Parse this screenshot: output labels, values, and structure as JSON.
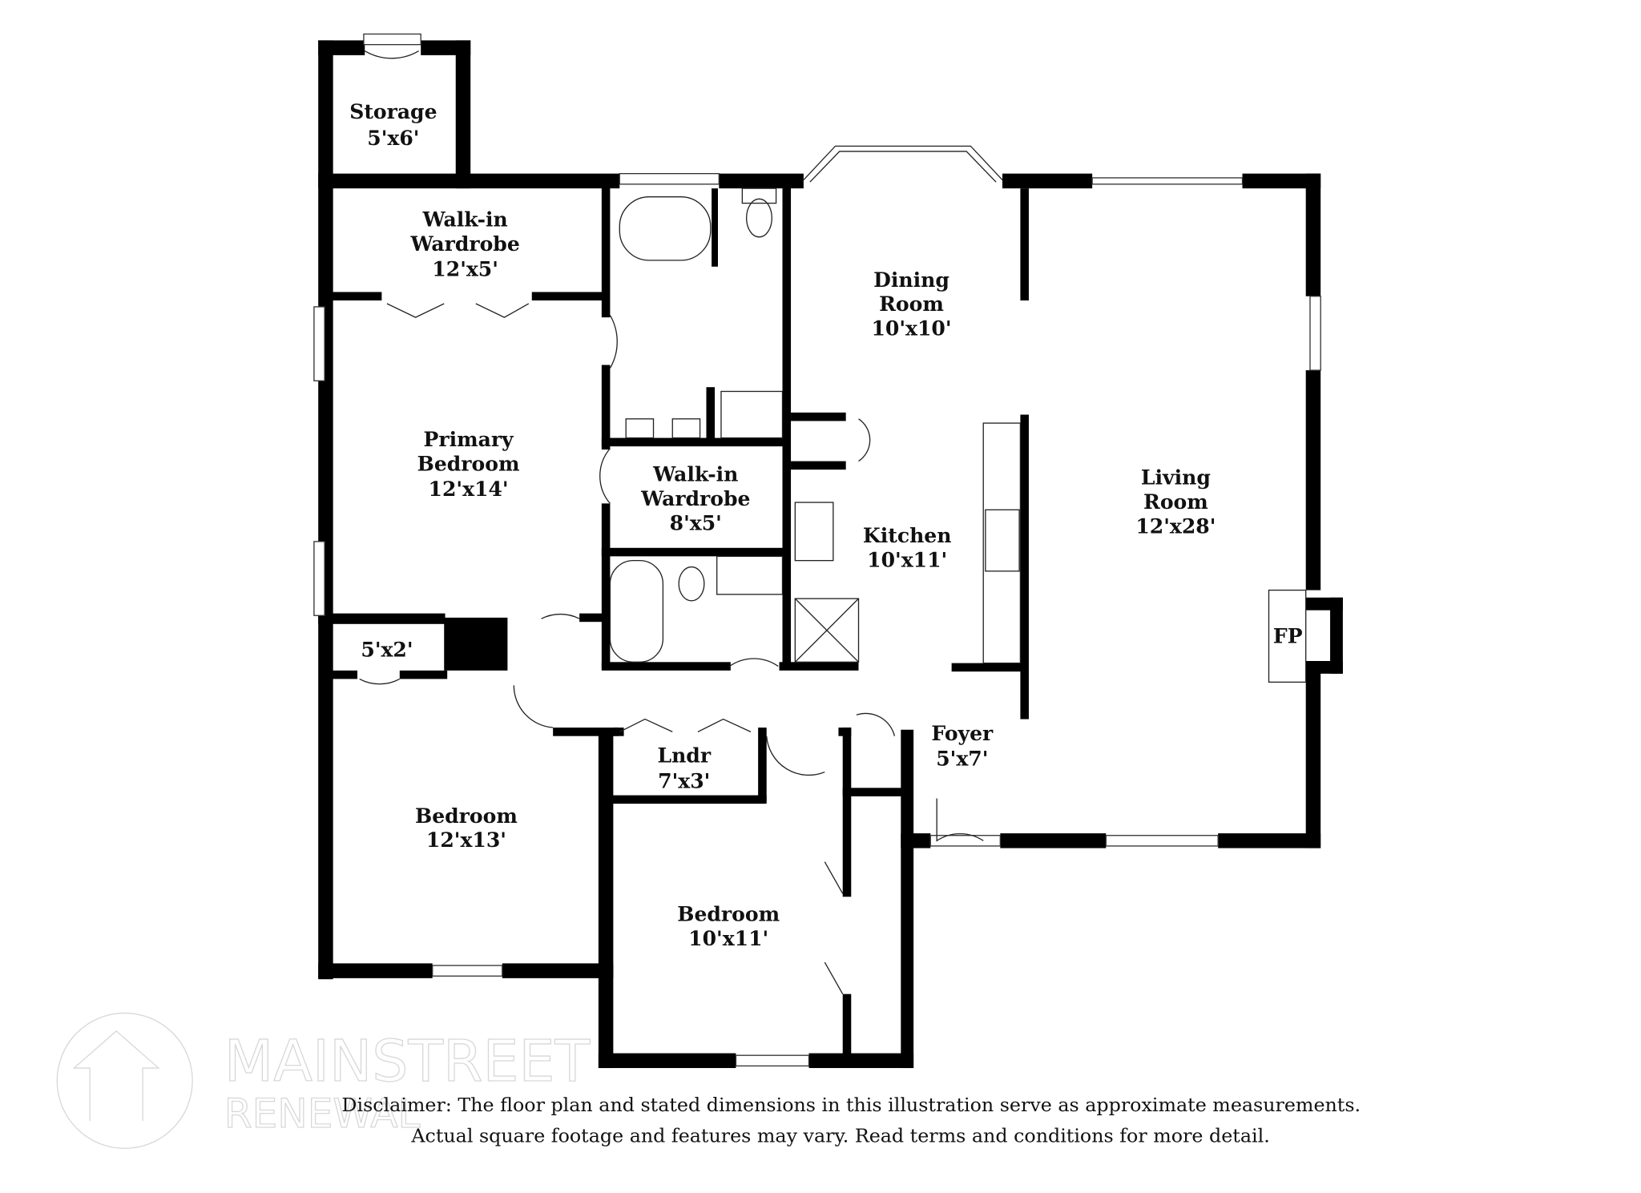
{
  "rooms": [
    {
      "name": "Storage",
      "size": "5'x6'"
    },
    {
      "name_line1": "Walk-in",
      "name_line2": "Wardrobe",
      "size": "12'x5'"
    },
    {
      "name_line1": "Dining",
      "name_line2": "Room",
      "size": "10'x10'"
    },
    {
      "name_line1": "Primary",
      "name_line2": "Bedroom",
      "size": "12'x14'"
    },
    {
      "name_line1": "Walk-in",
      "name_line2": "Wardrobe",
      "size": "8'x5'"
    },
    {
      "name_line1": "Living",
      "name_line2": "Room",
      "size": "12'x28'"
    },
    {
      "name": "Kitchen",
      "size": "10'x11'"
    },
    {
      "name": "FP"
    },
    {
      "size": "5'x2'"
    },
    {
      "name": "Foyer",
      "size": "5'x7'"
    },
    {
      "name": "Lndr",
      "size": "7'x3'"
    },
    {
      "name": "Bedroom",
      "size": "12'x13'"
    },
    {
      "name": "Bedroom",
      "size": "10'x11'"
    }
  ],
  "watermark": {
    "line1": "MAINSTREET",
    "line2": "RENEWAL"
  },
  "disclaimer": {
    "line1": "Disclaimer: The floor plan and stated dimensions in this illustration serve as approximate measurements.",
    "line2": "Actual square footage and features may vary. Read terms and conditions for more detail."
  }
}
